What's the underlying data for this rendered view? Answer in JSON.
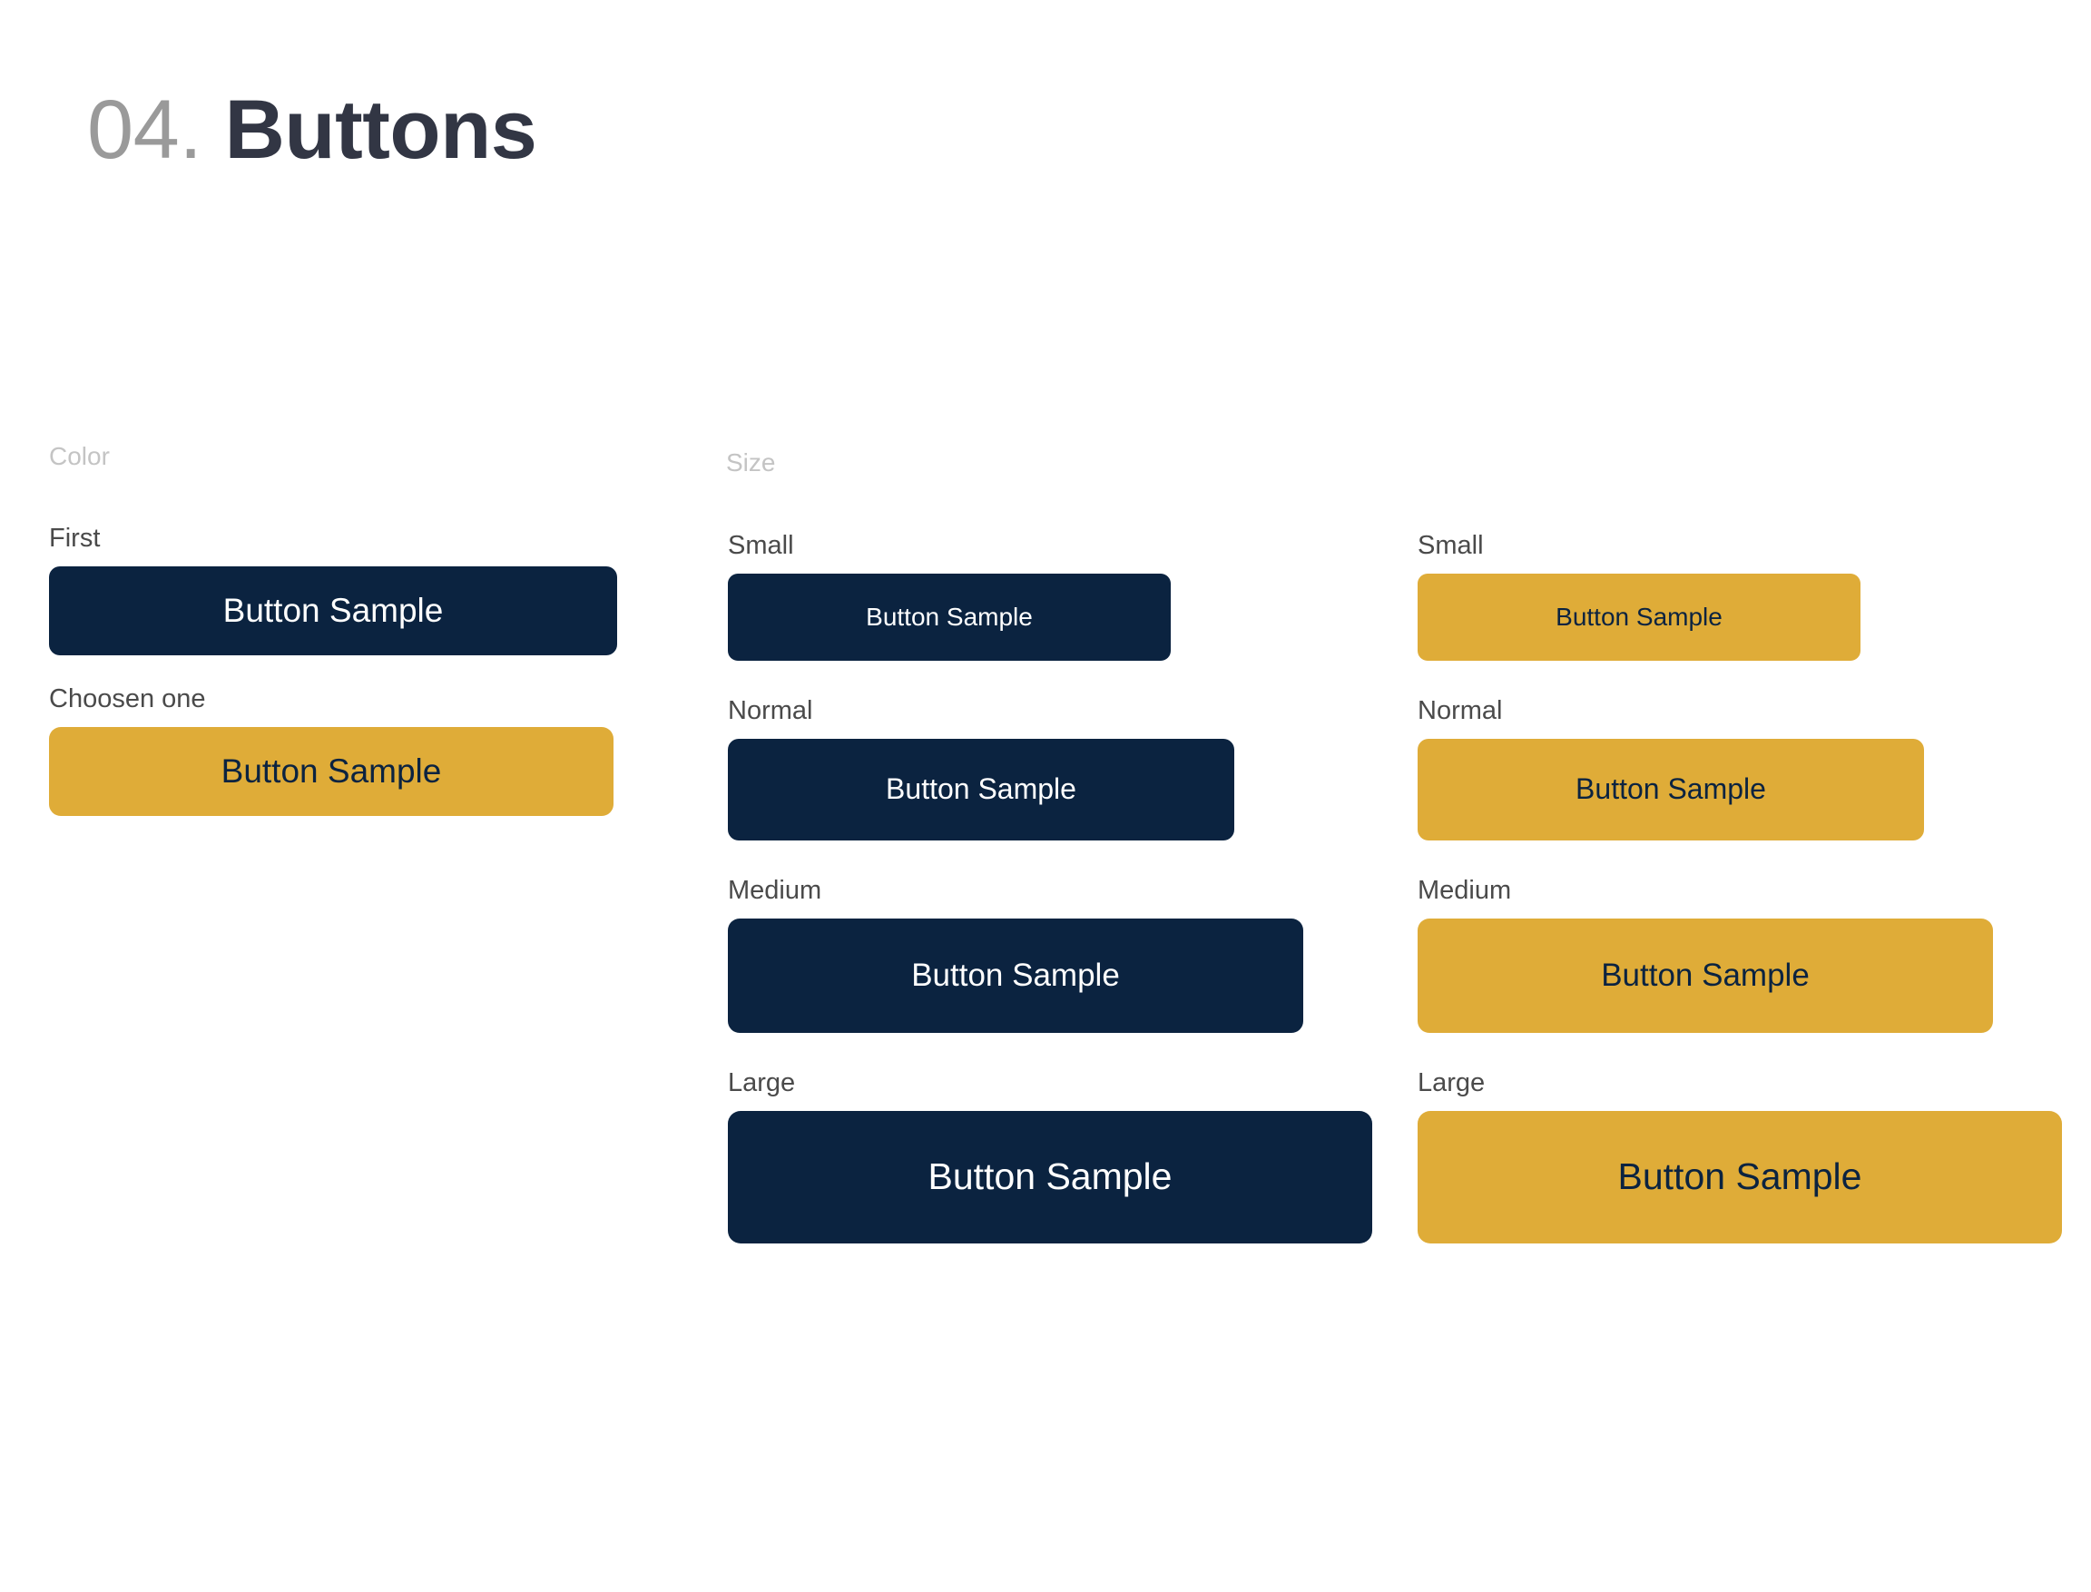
{
  "page": {
    "title_number": "04.",
    "title_word": "Buttons",
    "background_color": "#ffffff"
  },
  "palette": {
    "navy": "#0b2340",
    "gold": "#dfac38",
    "title_gray": "#9a9a9a",
    "title_dark": "#323644",
    "section_header_gray": "#c4c4c4",
    "label_gray": "#4a4a4a",
    "navy_text_on_button": "#ffffff",
    "gold_text_on_button": "#0b2340"
  },
  "sections": {
    "color": {
      "header": "Color",
      "items": [
        {
          "label": "First",
          "button_text": "Button Sample",
          "variant": "navy"
        },
        {
          "label": "Choosen one",
          "button_text": "Button Sample",
          "variant": "gold"
        }
      ]
    },
    "size": {
      "header": "Size",
      "navy_column": [
        {
          "label": "Small",
          "button_text": "Button Sample",
          "variant": "navy"
        },
        {
          "label": "Normal",
          "button_text": "Button Sample",
          "variant": "navy"
        },
        {
          "label": "Medium",
          "button_text": "Button Sample",
          "variant": "navy"
        },
        {
          "label": "Large",
          "button_text": "Button Sample",
          "variant": "navy"
        }
      ],
      "gold_column": [
        {
          "label": "Small",
          "button_text": "Button Sample",
          "variant": "gold"
        },
        {
          "label": "Normal",
          "button_text": "Button Sample",
          "variant": "gold"
        },
        {
          "label": "Medium",
          "button_text": "Button Sample",
          "variant": "gold"
        },
        {
          "label": "Large",
          "button_text": "Button Sample",
          "variant": "gold"
        }
      ]
    }
  }
}
